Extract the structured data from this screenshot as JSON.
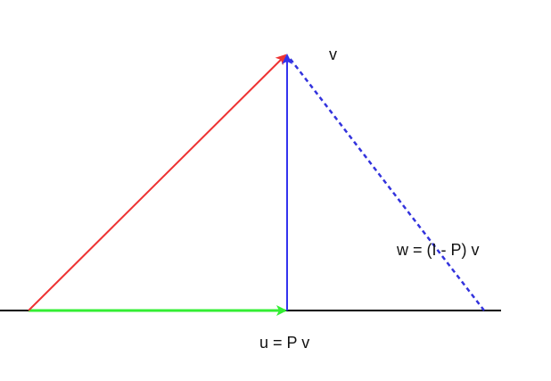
{
  "labels": {
    "v": "v",
    "w": "w = (I - P) v",
    "u": "u = P v"
  },
  "colors": {
    "background": "#ffffff",
    "baseline": "#000000",
    "vector_v": "#ee3333",
    "vector_u": "#33ee33",
    "vector_perp": "#3333ee",
    "vector_w_dashed": "#3333dd",
    "text": "#111111"
  }
}
